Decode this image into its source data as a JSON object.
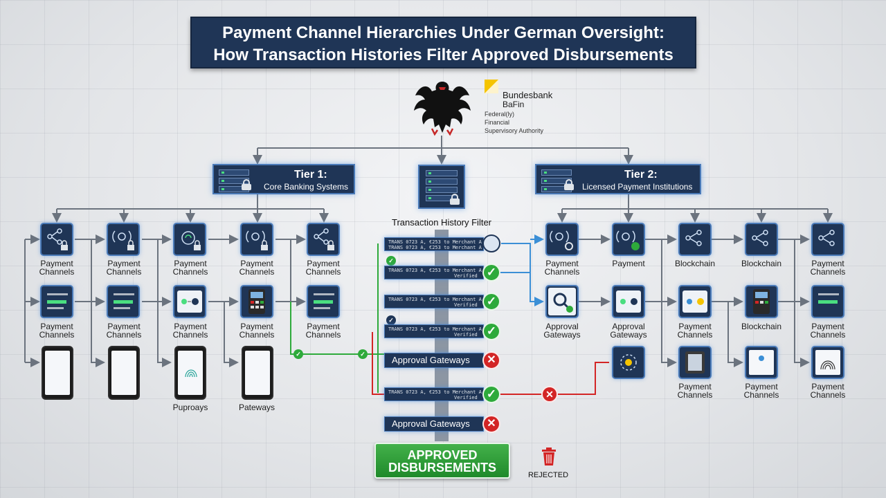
{
  "title": {
    "line1": "Payment Channel Hierarchies Under German Oversight:",
    "line2": "How Transaction Histories Filter Approved Disbursements"
  },
  "regulator": {
    "bundesbank": "Bundesbank",
    "bafin": "BaFin",
    "sub1": "Federal(ly)",
    "sub2": "Financial",
    "sub3": "Supervisory Authority"
  },
  "tier1": {
    "title": "Tier 1:",
    "subtitle": "Core Banking Systems"
  },
  "tier2": {
    "title": "Tier 2:",
    "subtitle": "Licensed Payment Institutions"
  },
  "filter": {
    "heading": "Transaction History Filter",
    "record_text": "TRANS 0723 A, €253 to Merchant A",
    "verified": "Verified",
    "gate1": "Approval Gateways",
    "gate2": "Approval Gateways"
  },
  "left": {
    "row1": [
      "Payment Channels",
      "Payment Channels",
      "Payment Channels",
      "Payment Channels",
      "Payment Channels"
    ],
    "row2": [
      "Payment Channels",
      "Payment Channels",
      "Payment Channels",
      "Payment Channels",
      "Payment Channels"
    ],
    "row3": [
      "Puproays",
      "Pateways"
    ]
  },
  "right": {
    "row1": [
      "Payment Channels",
      "Payment",
      "Blockchain",
      "Blockchain",
      "Payment Channels"
    ],
    "row2": [
      "Approval Gateways",
      "Approval Gateways",
      "Payment Channels",
      "Blockchain",
      "Payment Channels"
    ],
    "row3": [
      "Payment Channels",
      "Payment Channels",
      "Payment Channels"
    ]
  },
  "outcome": {
    "approved_line1": "APPROVED",
    "approved_line2": "DISBURSEMENTS",
    "rejected": "REJECTED"
  },
  "colors": {
    "navy": "#1f3556",
    "accent_blue": "#4a7ab8",
    "approve_green": "#2eaa3b",
    "reject_red": "#d32525"
  }
}
